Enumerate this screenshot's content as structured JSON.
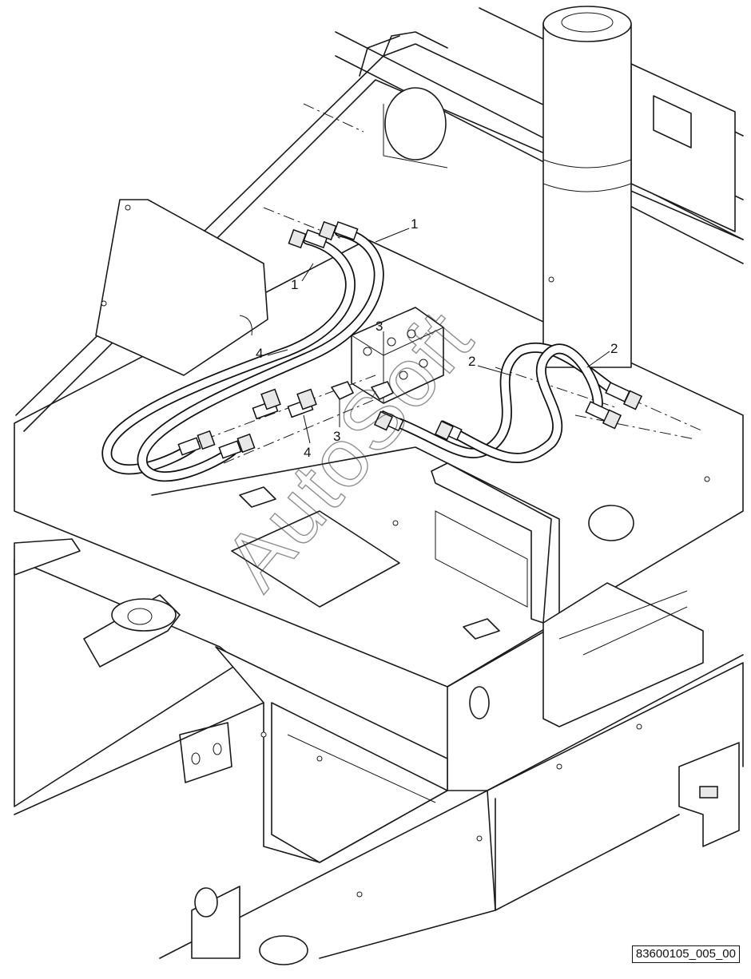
{
  "callouts": {
    "c1a": "1",
    "c1b": "1",
    "c2a": "2",
    "c2b": "2",
    "c3a": "3",
    "c3b": "3",
    "c4a": "4",
    "c4b": "4"
  },
  "watermark": "AutoSoft",
  "drawing_id": "83600105_005_00"
}
